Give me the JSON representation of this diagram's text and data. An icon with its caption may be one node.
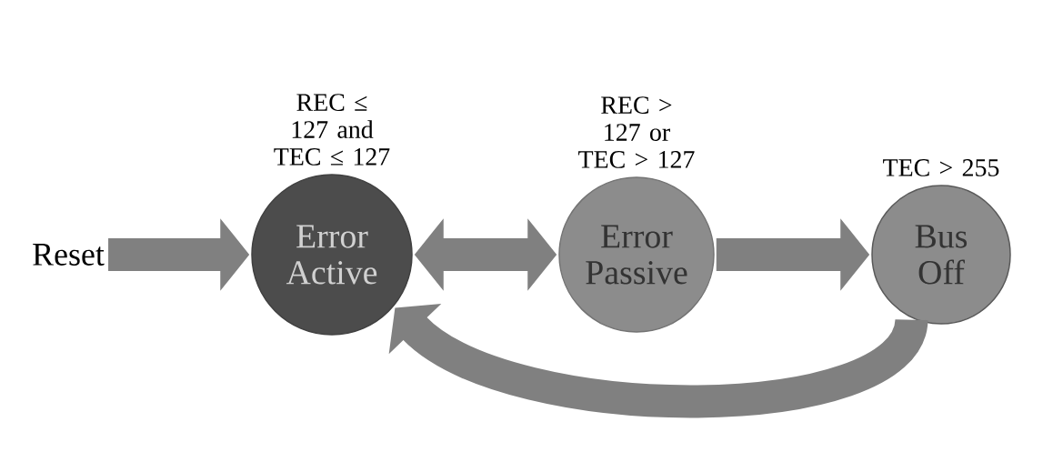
{
  "diagram": {
    "nodes": [
      {
        "text": [
          "Reset"
        ]
      },
      {
        "text": [
          "Error Active"
        ],
        "beside": [
          "REC ≤ 127 and TEC ≤ 127"
        ]
      },
      {
        "text": [
          "Error Passive"
        ],
        "beside": [
          "REC > 127 or TEC > 127"
        ]
      },
      {
        "text": [
          "Bus Off"
        ],
        "beside": [
          "TEC > 255"
        ]
      }
    ],
    "edges": [
      {
        "from": 0,
        "to": 1,
        "arrow": "to"
      },
      {
        "from": 1,
        "to": 2,
        "arrow": "both"
      },
      {
        "from": 2,
        "to": 3,
        "arrow": "to"
      },
      {
        "from": 3,
        "to": 1,
        "arrow": "to"
      }
    ]
  }
}
